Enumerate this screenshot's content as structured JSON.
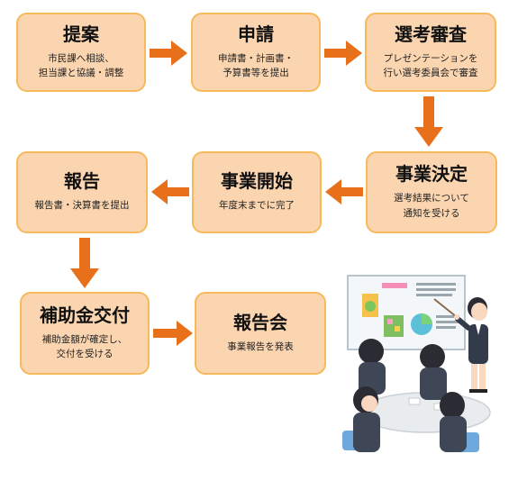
{
  "steps": [
    {
      "id": "proposal",
      "title": "提案",
      "desc": "市民課へ相談、\n担当課と協議・調整"
    },
    {
      "id": "application",
      "title": "申請",
      "desc": "申請書・計画書・\n予算書等を提出"
    },
    {
      "id": "screening",
      "title": "選考審査",
      "desc": "プレゼンテーションを\n行い選考委員会で審査"
    },
    {
      "id": "decision",
      "title": "事業決定",
      "desc": "選考結果について\n通知を受ける"
    },
    {
      "id": "start",
      "title": "事業開始",
      "desc": "年度末までに完了"
    },
    {
      "id": "report",
      "title": "報告",
      "desc": "報告書・決算書を提出"
    },
    {
      "id": "subsidy",
      "title": "補助金交付",
      "desc": "補助金額が確定し、\n交付を受ける"
    },
    {
      "id": "briefing",
      "title": "報告会",
      "desc": "事業報告を発表"
    }
  ],
  "colors": {
    "box_fill": "#fbd5b0",
    "box_border": "#f6b95c",
    "arrow": "#e8701a"
  },
  "illustration": {
    "name": "presentation-meeting-illustration"
  }
}
